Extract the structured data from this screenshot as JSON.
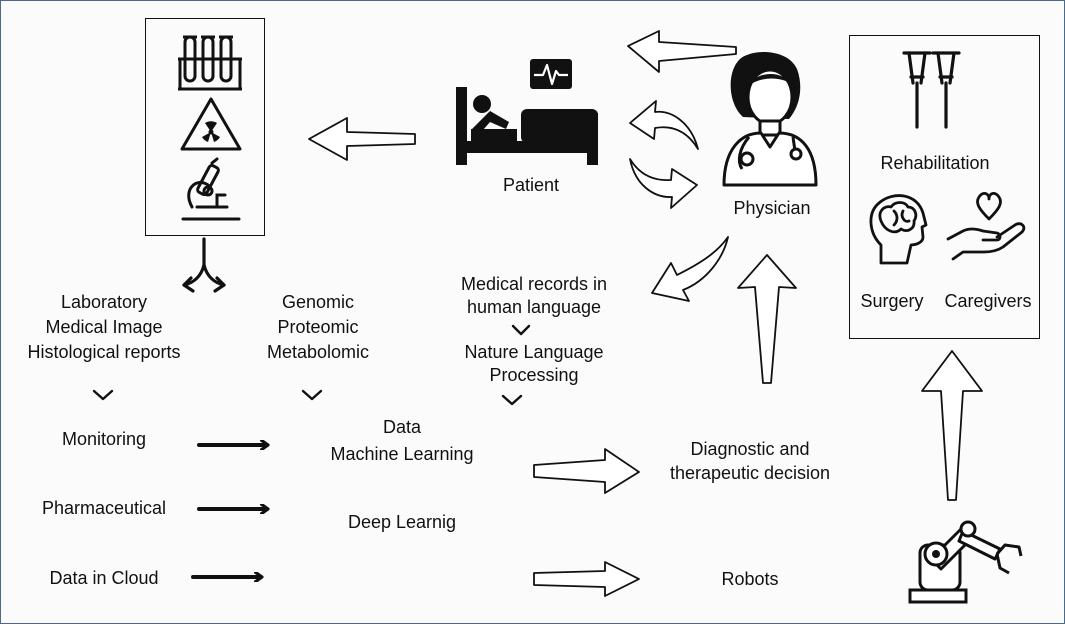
{
  "labels": {
    "patient": "Patient",
    "physician": "Physician",
    "rehabilitation": "Rehabilitation",
    "surgery": "Surgery",
    "caregivers": "Caregivers",
    "lab_col": [
      "Laboratory",
      "Medical Image",
      "Histological reports"
    ],
    "omics_col": [
      "Genomic",
      "Proteomic",
      "Metabolomic"
    ],
    "records": [
      "Medical records in",
      "human language"
    ],
    "nlp": [
      "Nature Language",
      "Processing"
    ],
    "monitoring": "Monitoring",
    "pharmaceutical": "Pharmaceutical",
    "data_cloud": "Data in Cloud",
    "ml": [
      "Data",
      "Machine Learning"
    ],
    "deep_learning": "Deep Learnig",
    "decision": [
      "Diagnostic and",
      "therapeutic decision"
    ],
    "robots": "Robots"
  },
  "icons": {
    "test_tubes": "test-tubes-icon",
    "radiation": "radiation-warning-icon",
    "microscope": "microscope-icon",
    "patient_bed": "patient-in-bed-icon",
    "monitor": "heart-monitor-icon",
    "physician": "physician-icon",
    "crutches": "crutches-icon",
    "brain_head": "brain-head-icon",
    "caring_hand": "caring-hand-icon",
    "robot_arm": "robot-arm-icon"
  },
  "colors": {
    "ink": "#111111",
    "frame": "#4a6a8a",
    "background": "#fbfbfb"
  }
}
